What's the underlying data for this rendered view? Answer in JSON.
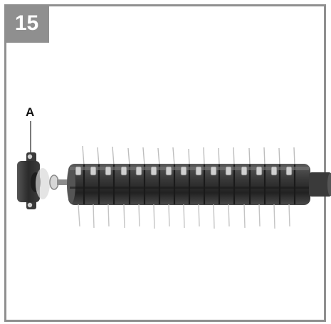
{
  "figure": {
    "number": "15",
    "callout_label": "A"
  },
  "colors": {
    "frame_border": "#8f8f8f",
    "badge_background": "#8f8f8f",
    "badge_text": "#ffffff",
    "part_dark": "#2e2e2e",
    "tine_silver": "#c8c8c8"
  },
  "photo": {
    "parts": [
      "bearing-housing",
      "washer",
      "scarifier-roller"
    ],
    "tine_rows": 15
  }
}
